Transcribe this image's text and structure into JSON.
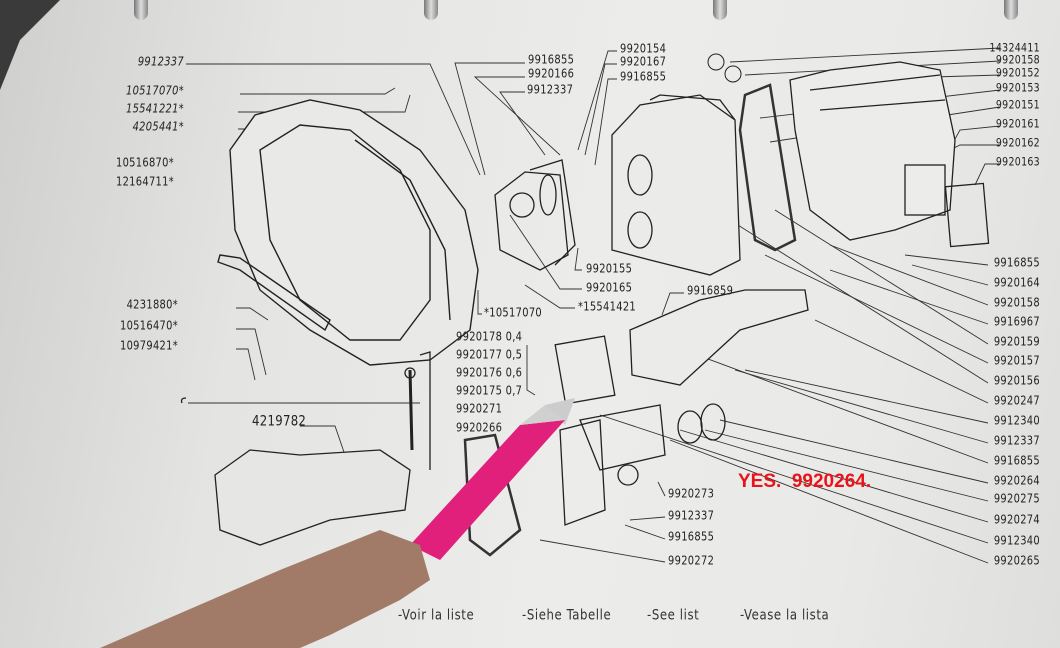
{
  "left_labels": [
    "9912337",
    "10517070*",
    "15541221*",
    "4205441*",
    "10516870*",
    "12164711*",
    "4231880*",
    "10516470*",
    "10979421*"
  ],
  "assembly_label": "4219782",
  "mid_labels_a": [
    "9916855",
    "9920166",
    "9912337"
  ],
  "mid_labels_b": [
    "9920154",
    "9920167",
    "9916855"
  ],
  "mid_labels_c": [
    "9920155",
    "9920165",
    "*15541421",
    "*10517070",
    "9916859"
  ],
  "shims": [
    {
      "part": "9920178",
      "size": "0,4"
    },
    {
      "part": "9920177",
      "size": "0,5"
    },
    {
      "part": "9920176",
      "size": "0,6"
    },
    {
      "part": "9920175",
      "size": "0,7"
    }
  ],
  "lower_mid_labels": [
    "9920271",
    "9920266",
    "9920273",
    "9912337",
    "9916855",
    "9920272"
  ],
  "right_labels": [
    "14324411",
    "9920158",
    "9920152",
    "9920153",
    "9920151",
    "9920161",
    "9920162",
    "9920163",
    "9916855",
    "9920164",
    "9920158",
    "9916967",
    "9920159",
    "9920157",
    "9920156",
    "9920247",
    "9912340",
    "9912337",
    "9916855",
    "9920264",
    "9920275",
    "9920274",
    "9912340",
    "9920265"
  ],
  "annotation": "YES.  9920264.",
  "footer": [
    "-Voir la liste",
    "-Siehe Tabelle",
    "-See list",
    "-Vease la lista"
  ],
  "colors": {
    "annotation": "#e8141b",
    "pen": "#e0207a"
  }
}
